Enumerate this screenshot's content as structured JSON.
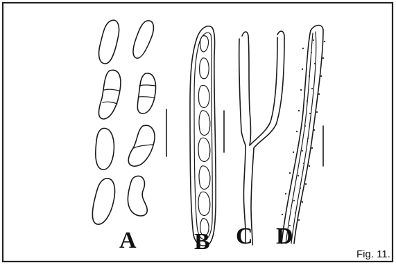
{
  "figure": {
    "caption": "Fig. 11.",
    "panels": [
      {
        "label": "A"
      },
      {
        "label": "B"
      },
      {
        "label": "C"
      },
      {
        "label": "D"
      }
    ]
  }
}
